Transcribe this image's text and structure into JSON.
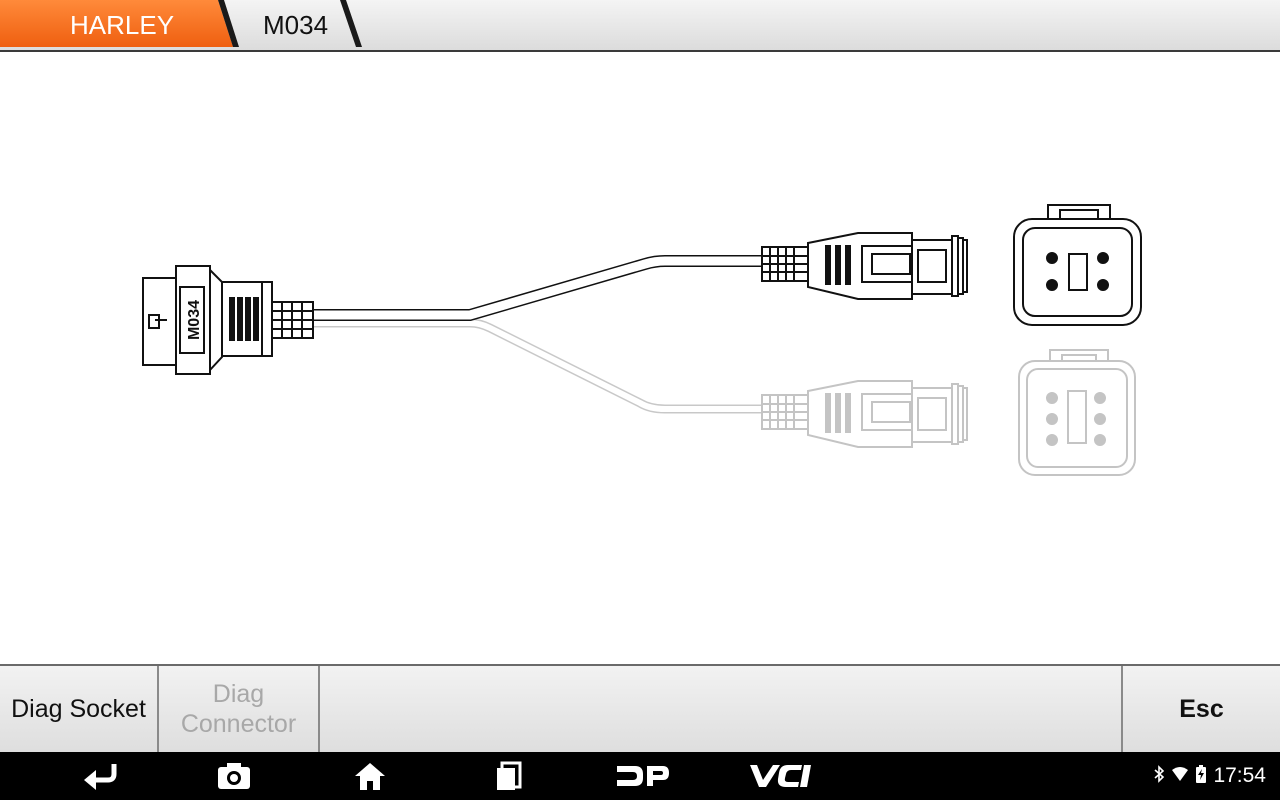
{
  "header": {
    "breadcrumb": [
      {
        "label": "HARLEY",
        "color": "#f26a1b"
      },
      {
        "label": "M034"
      }
    ]
  },
  "diagram": {
    "cable_label": "M034",
    "branches": [
      "active",
      "faded"
    ]
  },
  "toolbar": {
    "diag_socket_label": "Diag Socket",
    "diag_connector_label": "Diag Connector",
    "diag_connector_state": "disabled",
    "esc_label": "Esc"
  },
  "navbar": {
    "icons": [
      "back-icon",
      "screenshot-icon",
      "home-icon",
      "recent-apps-icon",
      "dp-icon",
      "vci-icon"
    ],
    "dp_label": "DP",
    "vci_label": "VCI",
    "status_icons": [
      "bluetooth-icon",
      "wifi-icon",
      "battery-icon"
    ],
    "time": "17:54"
  },
  "colors": {
    "accent": "#f26a1b",
    "nav_background": "#000000"
  }
}
